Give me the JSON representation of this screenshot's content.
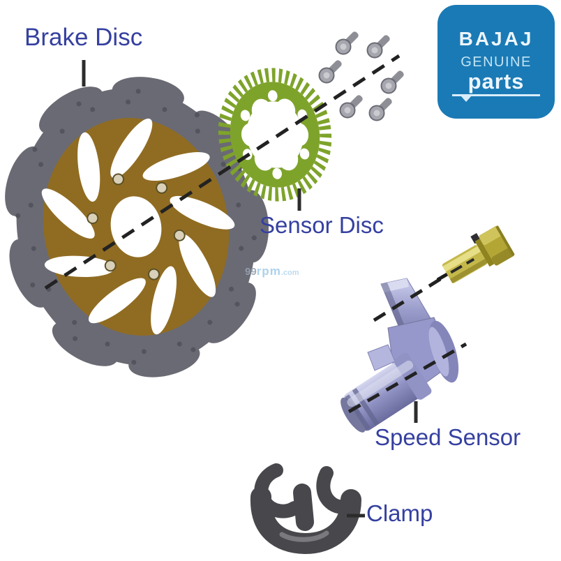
{
  "diagram": {
    "labels": {
      "brake_disc": "Brake Disc",
      "sensor_disc": "Sensor Disc",
      "speed_sensor": "Speed Sensor",
      "clamp": "Clamp"
    },
    "label_color": "#3540a0"
  },
  "logo": {
    "brand": "BAJAJ",
    "line1": "GENUINE",
    "line2": "parts",
    "bg": "#1a7ab5",
    "fg": "#edf6fc"
  },
  "watermark": {
    "prefix": "99",
    "name": "rpm",
    "tld": ".com"
  },
  "colors": {
    "disc_outer": "#6a6a74",
    "disc_carrier": "#906c22",
    "drill_dot": "#54545e",
    "sensor_ring_green": "#7ea32b",
    "bolt_gray": "#a6a6ae",
    "pivot_bolt_gold": "#c4b84a",
    "speed_sensor_lavender": "#9b9dcb",
    "clamp_gray": "#47474c",
    "dash_line": "#222222",
    "pointer_line": "#2c2c2c"
  }
}
